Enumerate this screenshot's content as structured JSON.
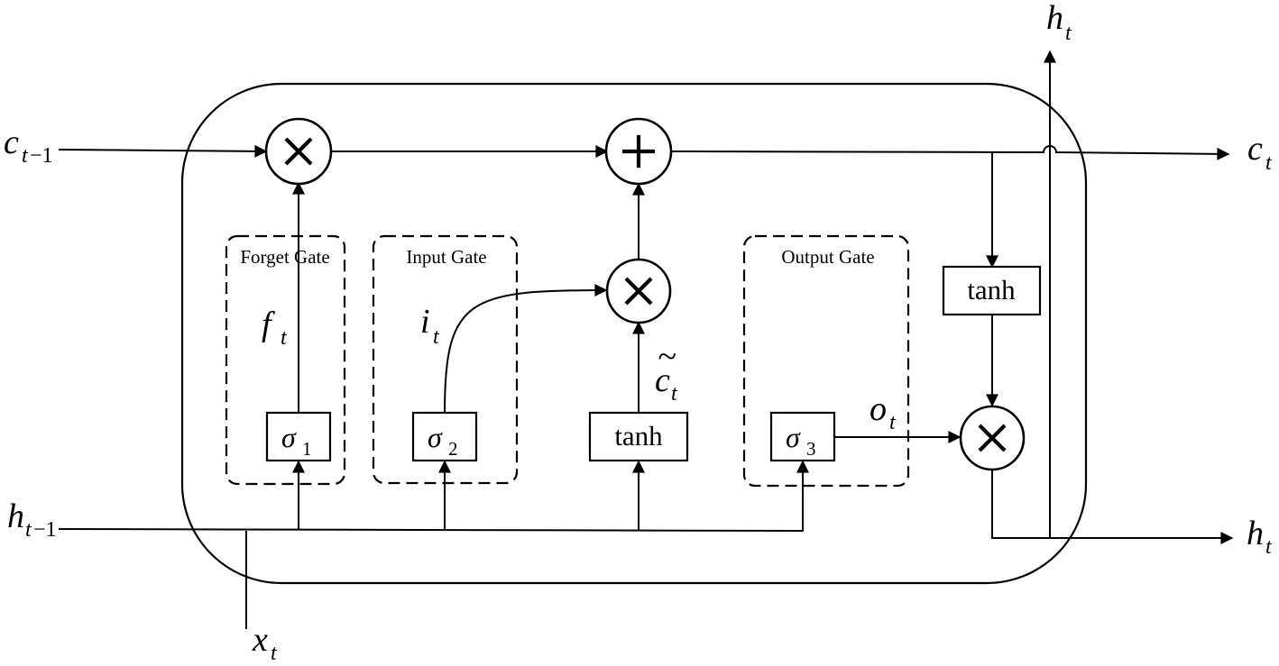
{
  "gates": {
    "forget": "Forget Gate",
    "input": "Input Gate",
    "output": "Output Gate"
  },
  "functions": {
    "tanh_candidate": "tanh",
    "tanh_output": "tanh",
    "sigma_symbol": "σ",
    "sigma1_sub": "1",
    "sigma2_sub": "2",
    "sigma3_sub": "3"
  },
  "operators": {
    "multiply": "×",
    "add": "+"
  },
  "variables": {
    "c_prev": {
      "base": "c",
      "sub": "t",
      "minus": "−1"
    },
    "c_out": {
      "base": "c",
      "sub": "t"
    },
    "h_prev": {
      "base": "h",
      "sub": "t",
      "minus": "−1"
    },
    "h_out_right": {
      "base": "h",
      "sub": "t"
    },
    "h_out_top": {
      "base": "h",
      "sub": "t"
    },
    "x_in": {
      "base": "x",
      "sub": "t"
    },
    "f_gate": {
      "base": "f",
      "sub": "t"
    },
    "i_gate": {
      "base": "i",
      "sub": "t"
    },
    "o_gate": {
      "base": "o",
      "sub": "t"
    },
    "c_tilde": {
      "base": "c",
      "sub": "t",
      "accent": "~"
    }
  }
}
